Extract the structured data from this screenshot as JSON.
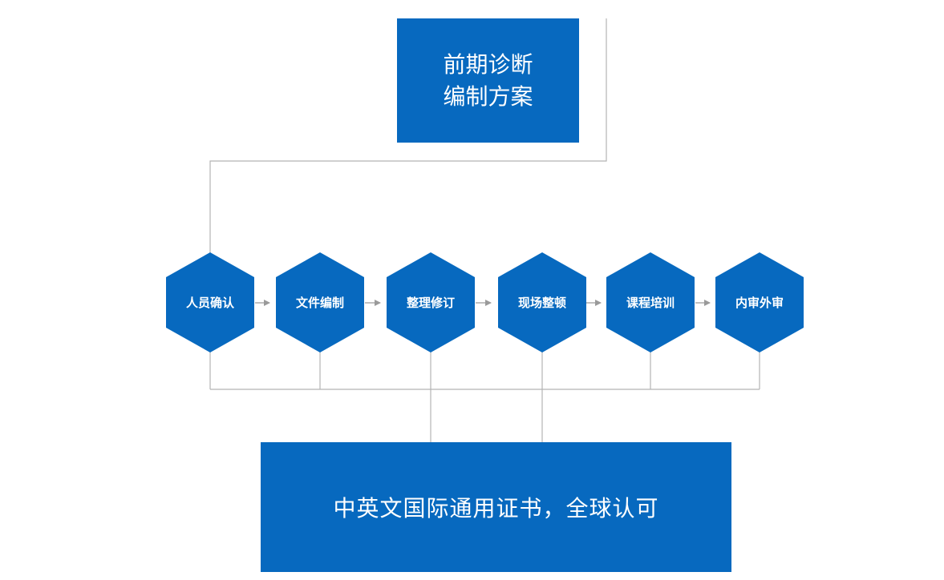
{
  "top_box": {
    "line1": "前期诊断",
    "line2": "编制方案"
  },
  "steps": [
    {
      "label": "人员确认"
    },
    {
      "label": "文件编制"
    },
    {
      "label": "整理修订"
    },
    {
      "label": "现场整顿"
    },
    {
      "label": "课程培训"
    },
    {
      "label": "内审外审"
    }
  ],
  "bottom_box": {
    "text": "中英文国际通用证书，全球认可"
  },
  "colors": {
    "box_fill": "#0769bf",
    "connector": "#b4b4b4",
    "arrow": "#9a9a9a",
    "text": "#ffffff"
  }
}
